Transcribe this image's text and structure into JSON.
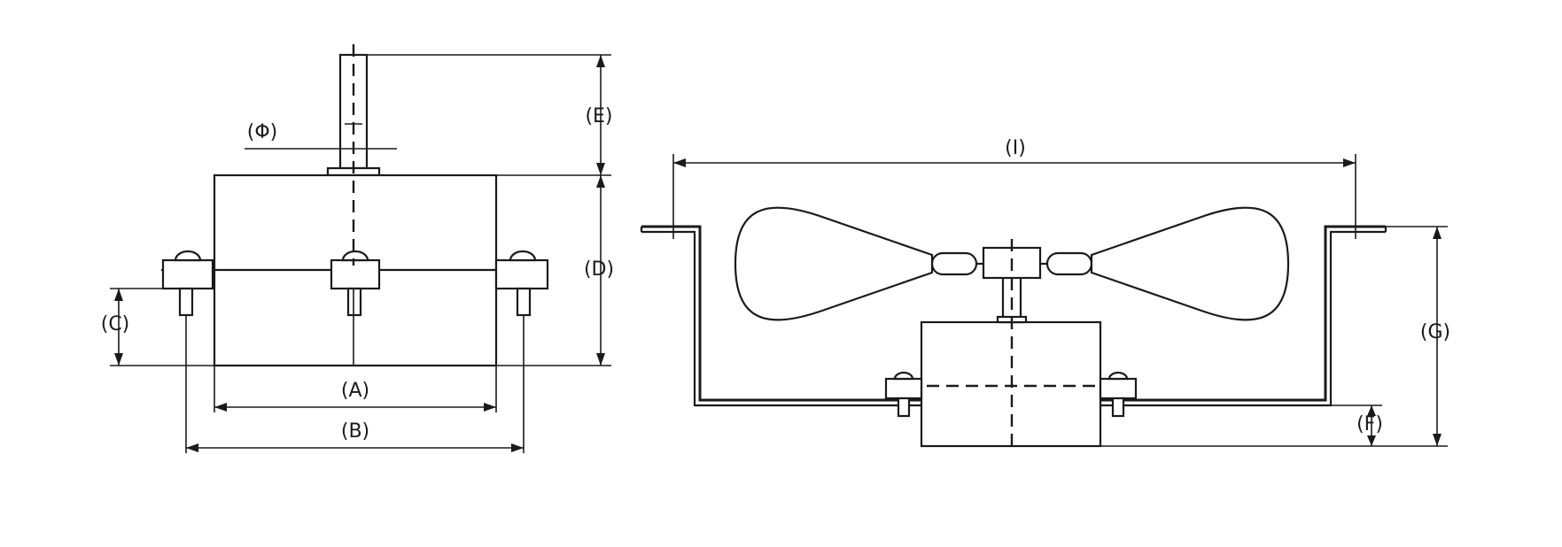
{
  "labels": {
    "A": "(A)",
    "B": "(B)",
    "C": "(C)",
    "D": "(D)",
    "E": "(E)",
    "F": "(F)",
    "G": "(G)",
    "I": "(I)",
    "phi": "(Φ)"
  }
}
